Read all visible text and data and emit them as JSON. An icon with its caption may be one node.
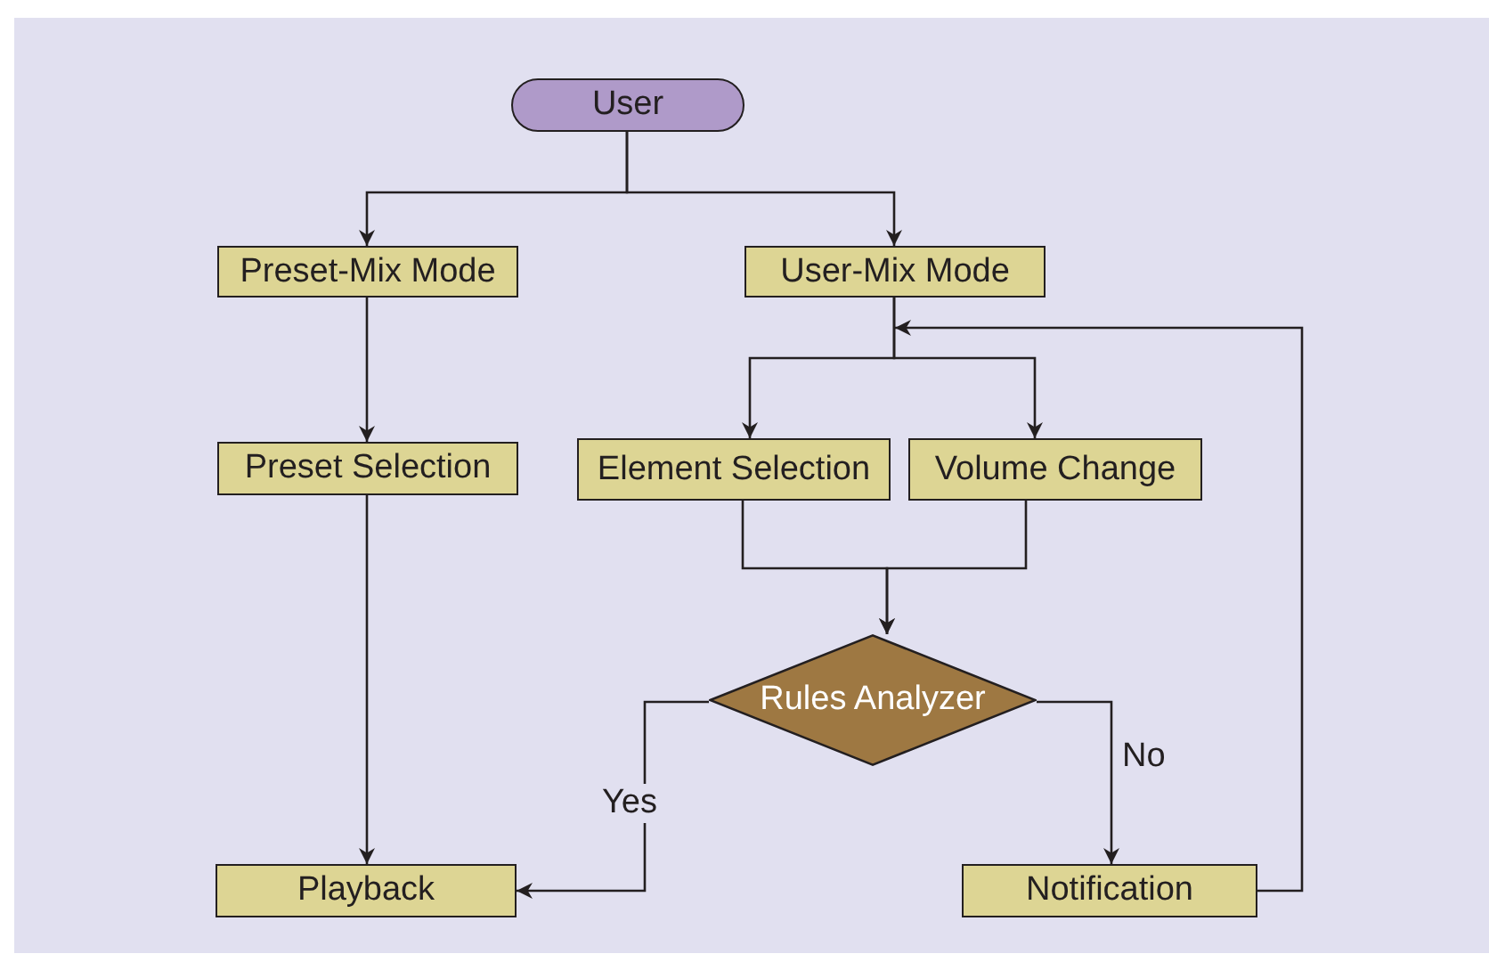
{
  "diagram": {
    "nodes": [
      {
        "text": [
          "User"
        ]
      },
      {
        "text": [
          "Preset-Mix Mode"
        ]
      },
      {
        "text": [
          "User-Mix Mode"
        ]
      },
      {
        "text": [
          "Preset Selection"
        ]
      },
      {
        "text": [
          "Element Selection"
        ]
      },
      {
        "text": [
          "Volume Change"
        ]
      },
      {
        "text": [
          "Rules Analyzer"
        ]
      },
      {
        "text": [
          "Playback"
        ]
      },
      {
        "text": [
          "Notification"
        ]
      }
    ],
    "edges": [
      {
        "from": 0,
        "to": 1,
        "arrow": "to"
      },
      {
        "from": 0,
        "to": 2,
        "arrow": "to"
      },
      {
        "from": 1,
        "to": 3,
        "arrow": "to"
      },
      {
        "from": 2,
        "to": 4,
        "arrow": "to"
      },
      {
        "from": 2,
        "to": 5,
        "arrow": "to"
      },
      {
        "from": 4,
        "to": 6,
        "arrow": "to"
      },
      {
        "from": 5,
        "to": 6,
        "arrow": "to"
      },
      {
        "from": 3,
        "to": 7,
        "arrow": "to"
      },
      {
        "from": 6,
        "to": 7,
        "label": "Yes",
        "arrow": "to"
      },
      {
        "from": 6,
        "to": 8,
        "label": "No",
        "arrow": "to"
      },
      {
        "from": 8,
        "to": 2,
        "arrow": "to"
      }
    ]
  }
}
